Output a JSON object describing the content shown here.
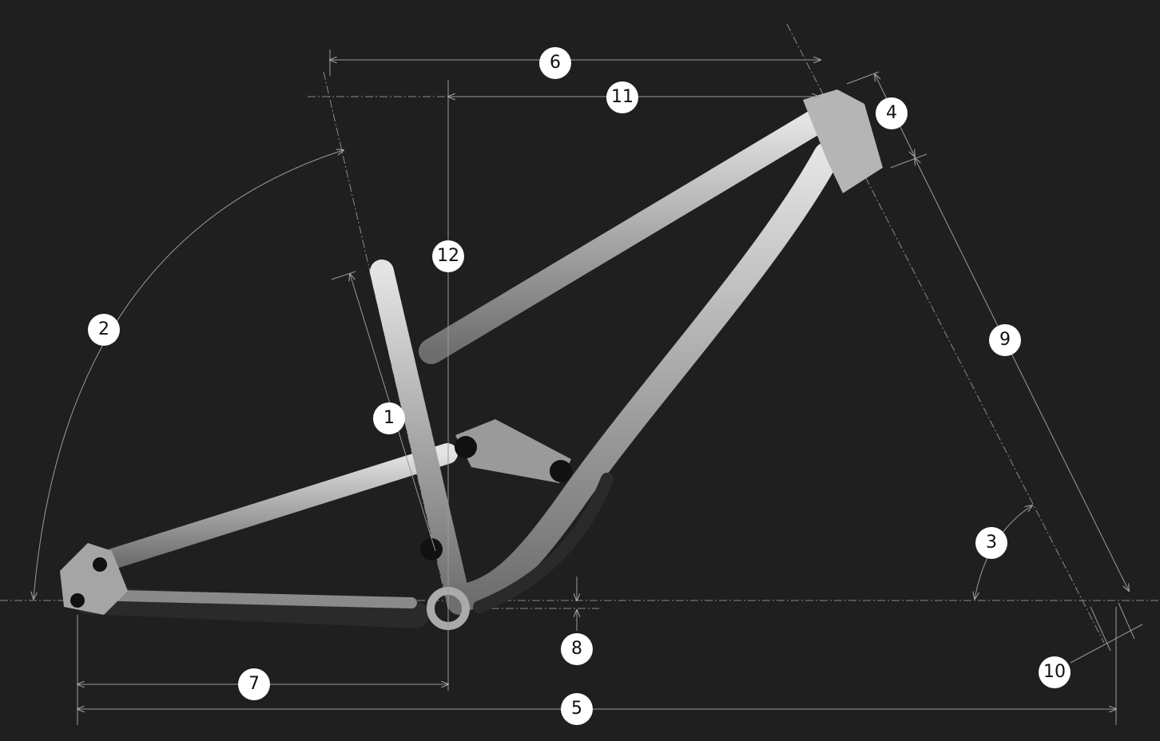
{
  "labels": [
    "1",
    "2",
    "3",
    "4",
    "5",
    "6",
    "7",
    "8",
    "9",
    "10",
    "11",
    "12"
  ],
  "colors": {
    "background": "#1f1f1f",
    "frame": "#b8b8b8",
    "badge": "#ffffff",
    "badge_text": "#111111",
    "dimension_line": "#9a9a9a"
  }
}
